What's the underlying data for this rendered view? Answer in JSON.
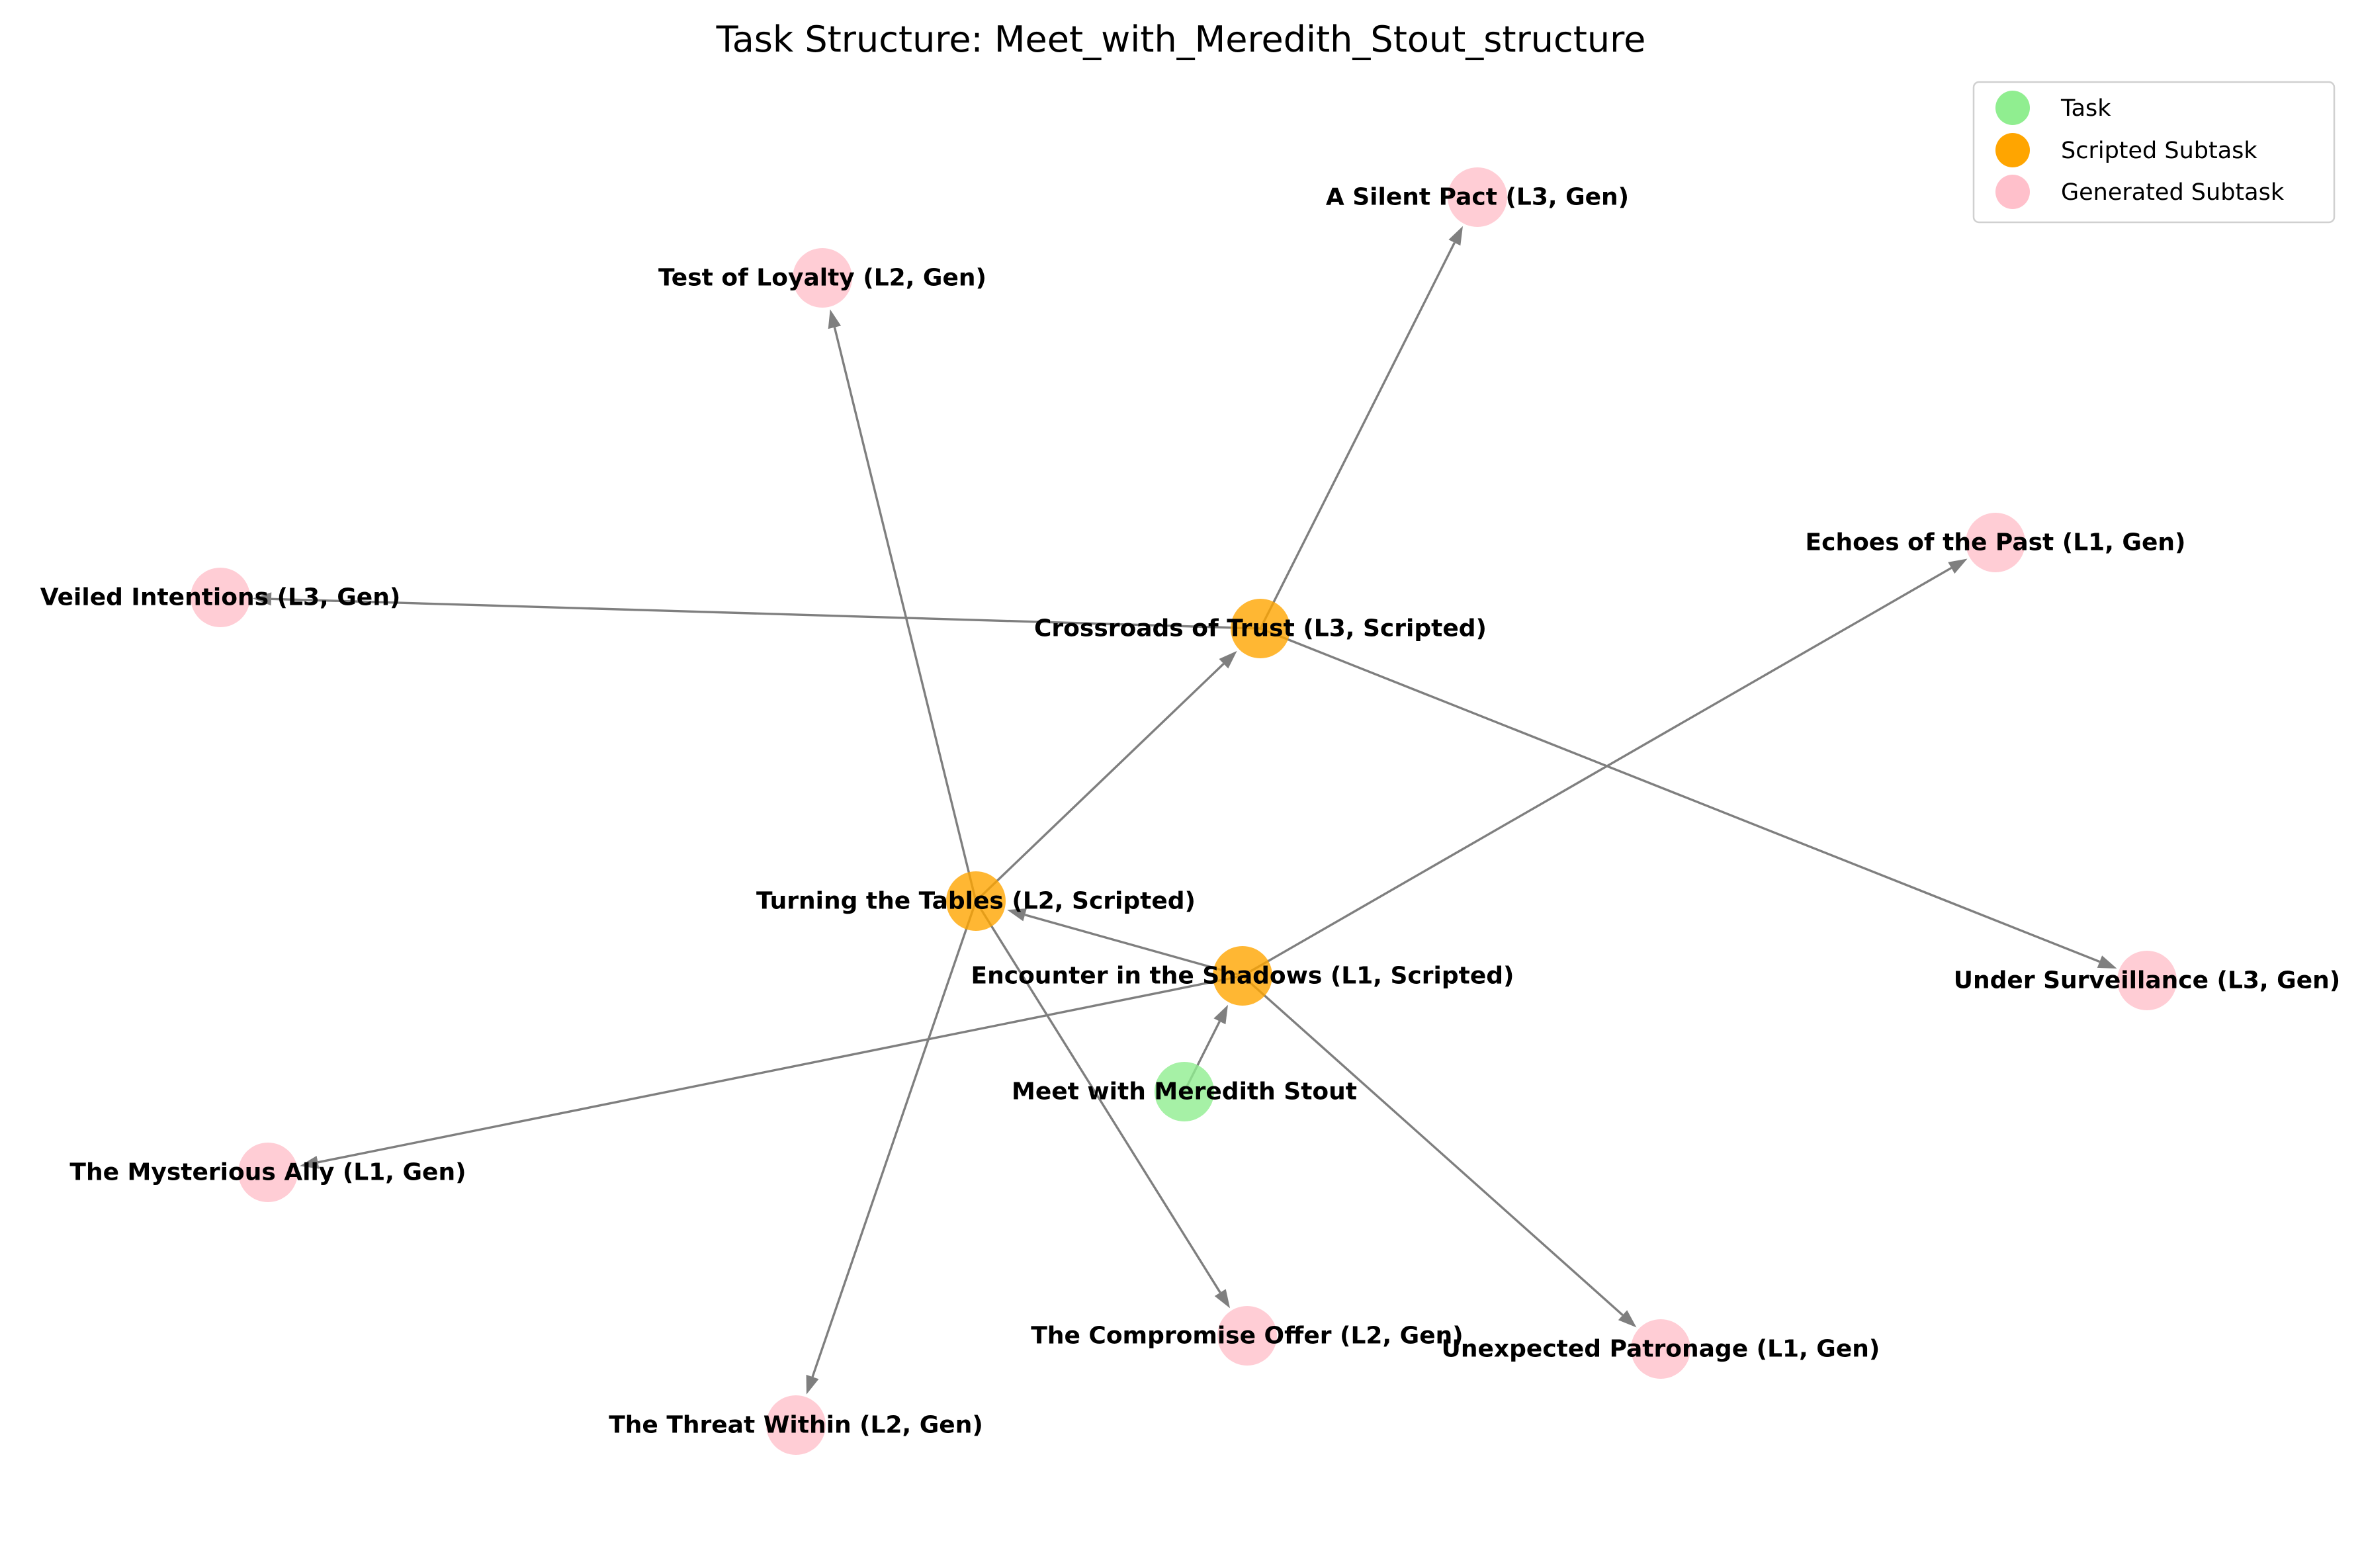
{
  "title": "Task Structure: Meet_with_Meredith_Stout_structure",
  "legend": [
    {
      "label": "Task",
      "color": "#90ee90"
    },
    {
      "label": "Scripted Subtask",
      "color": "#ffa500"
    },
    {
      "label": "Generated Subtask",
      "color": "#ffc0cb"
    }
  ],
  "nodes": [
    {
      "id": "meet",
      "label": "Meet with Meredith Stout",
      "kind": "task"
    },
    {
      "id": "encounter",
      "label": "Encounter in the Shadows (L1, Scripted)",
      "kind": "scripted"
    },
    {
      "id": "turning",
      "label": "Turning the Tables (L2, Scripted)",
      "kind": "scripted"
    },
    {
      "id": "crossroads",
      "label": "Crossroads of Trust (L3, Scripted)",
      "kind": "scripted"
    },
    {
      "id": "silent",
      "label": "A Silent Pact (L3, Gen)",
      "kind": "generated"
    },
    {
      "id": "loyalty",
      "label": "Test of Loyalty (L2, Gen)",
      "kind": "generated"
    },
    {
      "id": "veiled",
      "label": "Veiled Intentions (L3, Gen)",
      "kind": "generated"
    },
    {
      "id": "echoes",
      "label": "Echoes of the Past (L1, Gen)",
      "kind": "generated"
    },
    {
      "id": "surveillance",
      "label": "Under Surveillance (L3, Gen)",
      "kind": "generated"
    },
    {
      "id": "ally",
      "label": "The Mysterious Ally (L1, Gen)",
      "kind": "generated"
    },
    {
      "id": "compromise",
      "label": "The Compromise Offer (L2, Gen)",
      "kind": "generated"
    },
    {
      "id": "patronage",
      "label": "Unexpected Patronage (L1, Gen)",
      "kind": "generated"
    },
    {
      "id": "threat",
      "label": "The Threat Within (L2, Gen)",
      "kind": "generated"
    }
  ],
  "edges": [
    {
      "from": "meet",
      "to": "encounter"
    },
    {
      "from": "encounter",
      "to": "turning"
    },
    {
      "from": "encounter",
      "to": "echoes"
    },
    {
      "from": "encounter",
      "to": "ally"
    },
    {
      "from": "encounter",
      "to": "patronage"
    },
    {
      "from": "turning",
      "to": "crossroads"
    },
    {
      "from": "turning",
      "to": "loyalty"
    },
    {
      "from": "turning",
      "to": "compromise"
    },
    {
      "from": "turning",
      "to": "threat"
    },
    {
      "from": "crossroads",
      "to": "silent"
    },
    {
      "from": "crossroads",
      "to": "veiled"
    },
    {
      "from": "crossroads",
      "to": "surveillance"
    }
  ]
}
